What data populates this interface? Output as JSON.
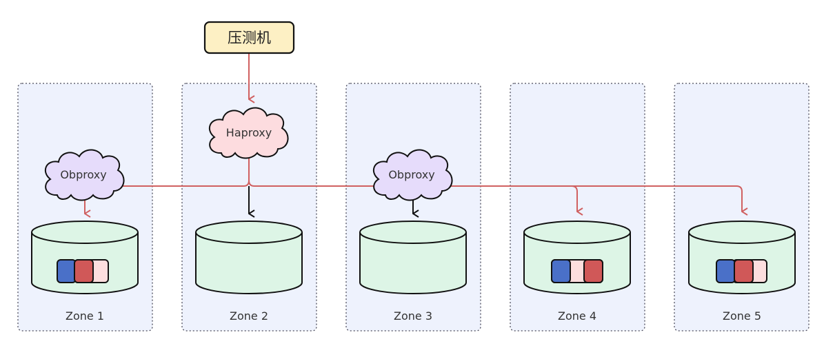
{
  "client": {
    "label": "压测机"
  },
  "haproxy": {
    "label": "Haproxy"
  },
  "obproxies": [
    {
      "label": "Obproxy"
    },
    {
      "label": "Obproxy"
    }
  ],
  "zones": [
    {
      "label": "Zone 1",
      "replicas": [
        "blue",
        "red",
        "pink"
      ]
    },
    {
      "label": "Zone 2",
      "replicas": []
    },
    {
      "label": "Zone 3",
      "replicas": []
    },
    {
      "label": "Zone 4",
      "replicas": [
        "blue",
        "pink",
        "red"
      ]
    },
    {
      "label": "Zone 5",
      "replicas": [
        "blue",
        "red",
        "pink"
      ]
    }
  ],
  "colors": {
    "zone_bg": "#eef2fd",
    "zone_border": "#4a4a5a",
    "db_fill": "#ddf5e6",
    "client_fill": "#fdf0c4",
    "haproxy_fill": "#fddcdf",
    "obproxy_fill": "#e6dcfb",
    "flow_red": "#d06060",
    "flow_black": "#111111",
    "replica_blue": "#4a70c8",
    "replica_red": "#d05858",
    "replica_pink": "#fddede"
  }
}
